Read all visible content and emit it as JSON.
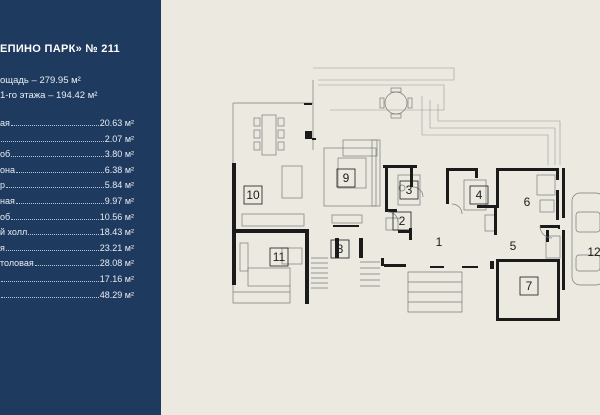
{
  "panel": {
    "title": "ЕПИНО ПАРК» № 211",
    "total_area": "ощадь – 279.95 м²",
    "first_floor": "1-го этажа – 194.42 м²",
    "rooms": [
      {
        "name": "ая",
        "area": "20.63 м²"
      },
      {
        "name": "",
        "area": "2.07 м²"
      },
      {
        "name": "об",
        "area": "3.80 м²"
      },
      {
        "name": "она",
        "area": "6.38 м²"
      },
      {
        "name": "р",
        "area": "5.84 м²"
      },
      {
        "name": "ная",
        "area": "9.97 м²"
      },
      {
        "name": "об",
        "area": "10.56 м²"
      },
      {
        "name": "й холл",
        "area": "18.43 м²"
      },
      {
        "name": "я",
        "area": "23.21 м²"
      },
      {
        "name": "толовая",
        "area": "28.08 м²"
      },
      {
        "name": "",
        "area": "17.16 м²"
      },
      {
        "name": "",
        "area": "48.29 м²"
      }
    ]
  },
  "plan": {
    "room_labels": [
      "1",
      "2",
      "3",
      "4",
      "5",
      "6",
      "7",
      "8",
      "9",
      "10",
      "11",
      "12"
    ]
  },
  "colors": {
    "panel_bg": "#1f3a5f",
    "page_bg": "#ece9e1",
    "wall": "#1b1b1b"
  }
}
